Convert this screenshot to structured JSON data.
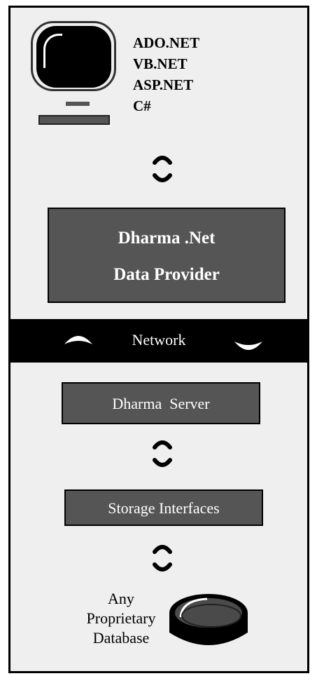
{
  "client": {
    "languages": [
      "ADO.NET",
      "VB.NET",
      "ASP.NET",
      "C#"
    ]
  },
  "provider": {
    "line1": "Dharma .Net",
    "line2": "Data Provider"
  },
  "network": {
    "label": "Network"
  },
  "server": {
    "label": "Dharma  Server"
  },
  "storage": {
    "label": "Storage Interfaces"
  },
  "database": {
    "lines": [
      "Any",
      "Proprietary",
      "Database"
    ]
  },
  "colors": {
    "box_fill": "#555555",
    "background": "#efefef",
    "network_bar": "#000000"
  }
}
